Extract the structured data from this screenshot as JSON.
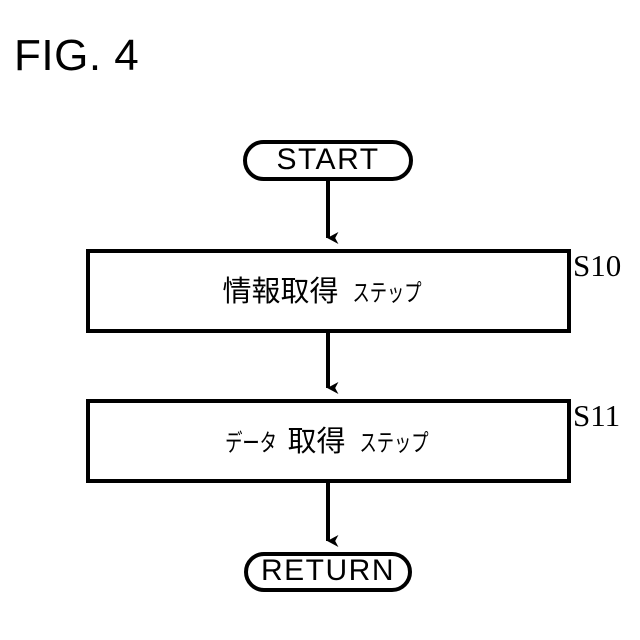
{
  "figure": {
    "title": "FIG. 4",
    "background_color": "#ffffff",
    "line_color": "#000000"
  },
  "flowchart": {
    "nodes": [
      {
        "id": "start",
        "type": "terminator",
        "label": "START"
      },
      {
        "id": "s10",
        "type": "process",
        "text_full": "情報取得ステップ",
        "text_kanji": "情報取得",
        "text_kana": "ステップ",
        "step_ref": "S10"
      },
      {
        "id": "s11",
        "type": "process",
        "text_full": "データ取得ステップ",
        "text_kana_lead": "データ",
        "text_kanji": "取得",
        "text_kana": "ステップ",
        "step_ref": "S11"
      },
      {
        "id": "return",
        "type": "terminator",
        "label": "RETURN"
      }
    ],
    "edges": [
      {
        "id": "edge-start-s10",
        "from": "start",
        "to": "s10",
        "style": "solid-arrow-down"
      },
      {
        "id": "edge-s10-s11",
        "from": "s10",
        "to": "s11",
        "style": "solid-arrow-down"
      },
      {
        "id": "edge-s11-return",
        "from": "s11",
        "to": "return",
        "style": "solid-arrow-down"
      }
    ]
  }
}
